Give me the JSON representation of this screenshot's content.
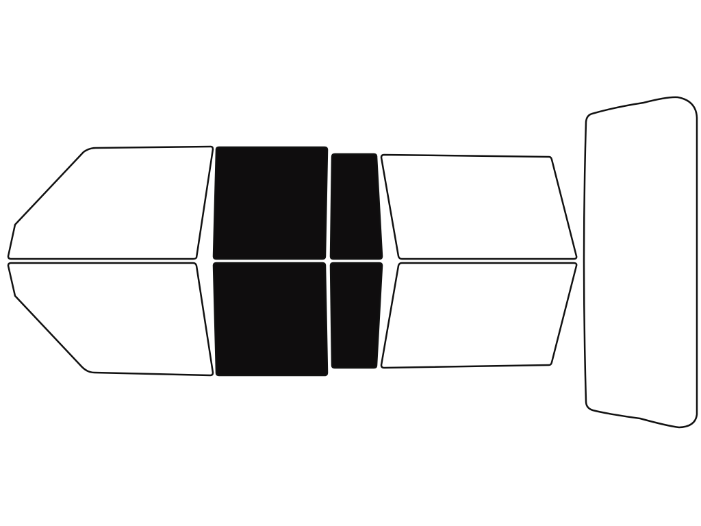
{
  "colors": {
    "background": "#ffffff",
    "outline": "#111111",
    "clear": "#ffffff",
    "tinted": "#0f0d0e"
  },
  "panes": [
    {
      "id": "front-left-window",
      "shade": "clear"
    },
    {
      "id": "front-right-window",
      "shade": "clear"
    },
    {
      "id": "front-left-door-window",
      "shade": "tinted"
    },
    {
      "id": "front-right-door-window",
      "shade": "tinted"
    },
    {
      "id": "rear-left-door-window",
      "shade": "tinted"
    },
    {
      "id": "rear-right-door-window",
      "shade": "tinted"
    },
    {
      "id": "rear-left-quarter-window",
      "shade": "clear"
    },
    {
      "id": "rear-right-quarter-window",
      "shade": "clear"
    },
    {
      "id": "rear-window",
      "shade": "clear"
    }
  ]
}
